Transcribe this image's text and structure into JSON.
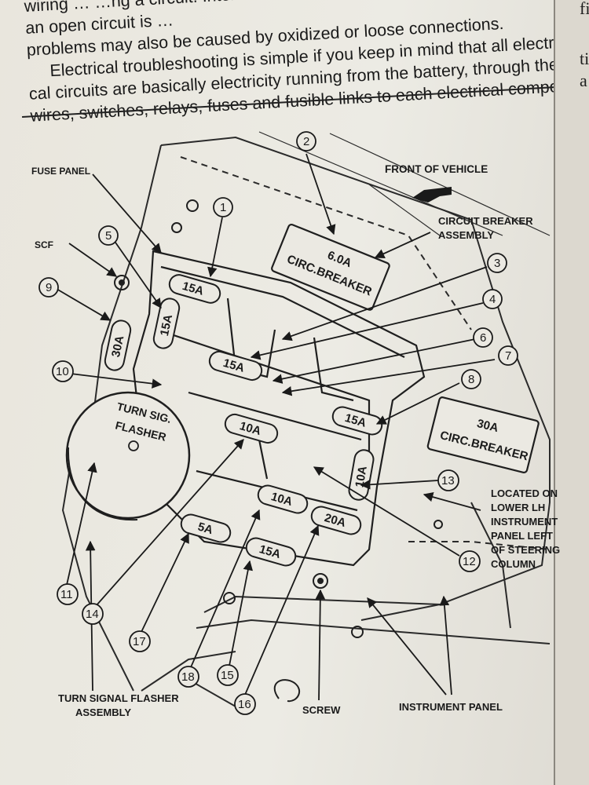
{
  "text": {
    "line1": "wiring …                                  …ng a circuit. Intermittent",
    "line2": "an open circuit is …",
    "line3": "problems may also be caused by oxidized or loose connections.",
    "line4": "Electrical troubleshooting is simple if you keep in mind that all electri-",
    "line5": "cal circuits are basically electricity running from the battery, through the",
    "line6": "wires, switches, relays, fuses and fusible links to each electrical compo-"
  },
  "right_edge": {
    "l1": "fi",
    "l3": "ti",
    "l4": "a"
  },
  "diagram": {
    "labels": {
      "fuse_panel": "FUSE PANEL",
      "scf": "SCF",
      "front_of_vehicle": "FRONT OF VEHICLE",
      "circuit_breaker_1": "CIRCUIT BREAKER",
      "circuit_breaker_2": "ASSEMBLY",
      "located_1": "LOCATED ON",
      "located_2": "LOWER LH",
      "located_3": "INSTRUMENT",
      "located_4": "PANEL LEFT",
      "located_5": "OF STEERING",
      "located_6": "COLUMN",
      "turn_signal_1": "TURN SIGNAL FLASHER",
      "turn_signal_2": "ASSEMBLY",
      "screw": "SCREW",
      "instrument_panel": "INSTRUMENT PANEL",
      "flasher_1": "TURN SIG.",
      "flasher_2": "FLASHER"
    },
    "breaker_6": {
      "amp": "6.0A",
      "text": "CIRC.BREAKER"
    },
    "breaker_30": {
      "amp": "30A",
      "text": "CIRC.BREAKER"
    },
    "fuses": {
      "f1": "15A",
      "f5": "15A",
      "f9": "30A",
      "f4": "15A",
      "f8": "15A",
      "f10a": "10A",
      "f10b": "10A",
      "f14": "10A",
      "f16": "20A",
      "f15": "15A",
      "f17": "5A"
    },
    "callouts": {
      "c1": "1",
      "c2": "2",
      "c3": "3",
      "c4": "4",
      "c5": "5",
      "c6": "6",
      "c7": "7",
      "c8": "8",
      "c9": "9",
      "c10": "10",
      "c11": "11",
      "c12": "12",
      "c13": "13",
      "c14": "14",
      "c15": "15",
      "c16": "16",
      "c17": "17",
      "c18": "18"
    }
  }
}
